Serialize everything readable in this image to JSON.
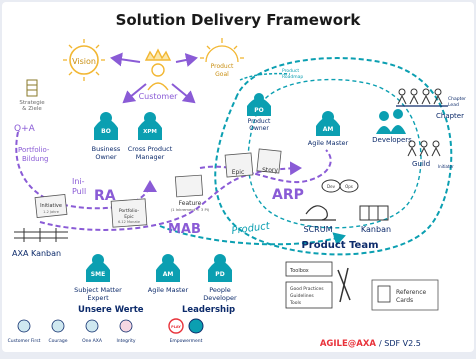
{
  "title": "Solution Delivery Framework",
  "nodes": {
    "vision": "Vision",
    "strategie_line1": "Strategie",
    "strategie_line2": "& Ziele",
    "customer": "Customer",
    "product_goal_line1": "Product",
    "product_goal_line2": "Goal",
    "product_roadmap_line1": "Product",
    "product_roadmap_line2": "Roadmap",
    "po_badge": "PO",
    "po_line1": "Product",
    "po_line2": "Owner",
    "bo_badge": "BO",
    "bo_line1": "Business",
    "bo_line2": "Owner",
    "xpm_badge": "XPM",
    "xpm_line1": "Cross Product",
    "xpm_line2": "Manager",
    "am_top_badge": "AM",
    "am_top_line1": "Agile Master",
    "developers": "Developers",
    "chapter": "Chapter",
    "chapter_lead_line1": "Chapter",
    "chapter_lead_line2": "Lead",
    "guild": "Guild",
    "guild_small": "Initiator",
    "qa_line1": "Q+A",
    "portfolio_line1": "Portfolio-",
    "portfolio_line2": "Bildung",
    "inipull_line1": "Ini-",
    "inipull_line2": "Pull",
    "initiative": "Initiative",
    "initiative_small": "1-2 Jahre",
    "ra": "RA",
    "epic": "Epic",
    "story": "Story",
    "arp": "ARP",
    "feature_line1": "Feature",
    "feature_line2": "(1 Inkrement = 3 PI)",
    "portfolio_epic_line1": "Portfolio-",
    "portfolio_epic_line2": "Epic",
    "portfolio_epic_small": "6-12 Monate",
    "mab": "MAB",
    "product": "Product",
    "dev": "Dev",
    "ops": "Ops",
    "scrum": "SCRUM",
    "kanban": "Kanban",
    "product_team": "Product Team",
    "axa_kanban": "AXA Kanban",
    "sme_badge": "SME",
    "sme_line1": "Subject Matter",
    "sme_line2": "Expert",
    "am_bottom_badge": "AM",
    "am_bottom_line1": "Agile Master",
    "pd_badge": "PD",
    "pd_line1": "People",
    "pd_line2": "Developer"
  },
  "werte": {
    "heading": "Unsere Werte",
    "items": [
      "Customer First",
      "Courage",
      "One AXA",
      "Integrity"
    ]
  },
  "leadership": {
    "heading": "Leadership",
    "badge": "PLAY",
    "caption": "Empowerment"
  },
  "toolbox": {
    "label": "Toolbox",
    "lines": [
      "Good Practices",
      "Guidelines",
      "Tools"
    ]
  },
  "reference": {
    "line1": "Reference",
    "line2": "Cards"
  },
  "footer": {
    "brand": "AGILE@AXA",
    "version": "/ SDF V2.5"
  },
  "colors": {
    "teal": "#0b9fb1",
    "purple": "#8a5bd6",
    "navy": "#0d2b6b",
    "sun": "#f2b733",
    "red": "#e8323a"
  }
}
